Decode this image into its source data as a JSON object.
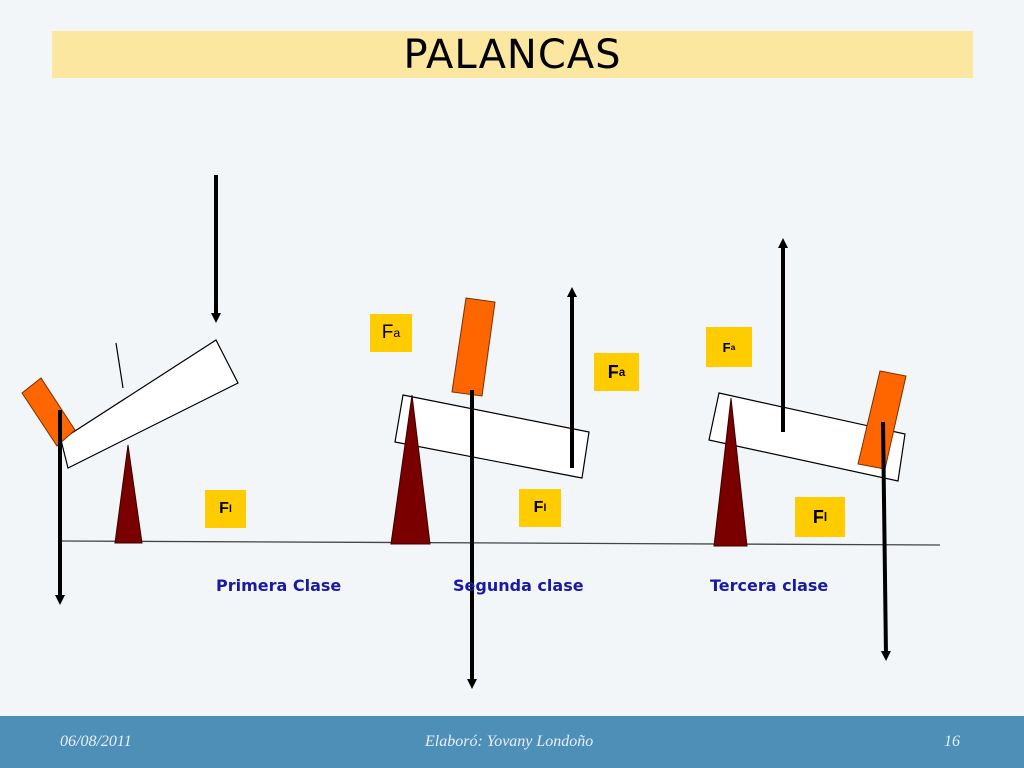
{
  "slide": {
    "title": "PALANCAS"
  },
  "labels": {
    "first_class": "Primera Clase",
    "second_class": "Segunda clase",
    "third_class": "Tercera clase"
  },
  "forces": {
    "effort_letter": "F",
    "effort_sub": "a",
    "load_letter": "F",
    "load_sub": "l"
  },
  "footer": {
    "date": "06/08/2011",
    "author": "Elaboró: Yovany Londoño",
    "page": "16"
  },
  "colors": {
    "title_band": "#fbe7a0",
    "fulcrum": "#7a0000",
    "load_block": "#ff6600",
    "force_box": "#ffcc00",
    "label_text": "#1a1aa0",
    "footer_band": "#4d8fb7"
  }
}
